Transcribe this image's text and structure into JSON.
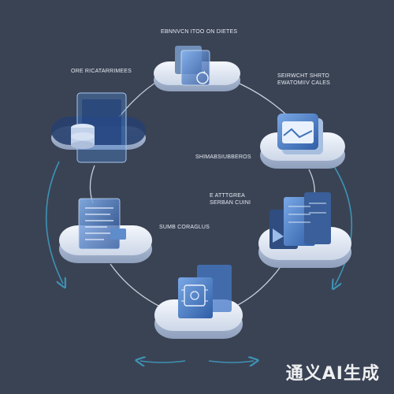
{
  "colors": {
    "background": "#3a4354",
    "platform": "#e9edf5",
    "connector": "#dfe6f1",
    "cycle_arrow": "#3e92b4",
    "icon_blue": "#3f72b8"
  },
  "labels": {
    "top": "EBNNVCN ITOO ON DIETES",
    "upper_left": "ORE RICATARRIMEES",
    "upper_right_1": "SEIRWCHT SHRTO",
    "upper_right_2": "EWATOMIIV CALES",
    "center_1": "SHIMABSIUBBEROS",
    "center_2": "E ATTTGREA",
    "center_3": "SERBAN CUINI",
    "middle_left": "SUMB CORAGLUS"
  },
  "nodes": [
    {
      "id": "top",
      "icon": "folder-sync-icon"
    },
    {
      "id": "upper-left",
      "icon": "database-screen-icon"
    },
    {
      "id": "right",
      "icon": "chart-card-icon"
    },
    {
      "id": "left",
      "icon": "document-list-icon"
    },
    {
      "id": "lower-right",
      "icon": "server-rack-icon"
    },
    {
      "id": "bottom",
      "icon": "processor-chip-icon"
    }
  ],
  "watermark": "通义AI生成"
}
